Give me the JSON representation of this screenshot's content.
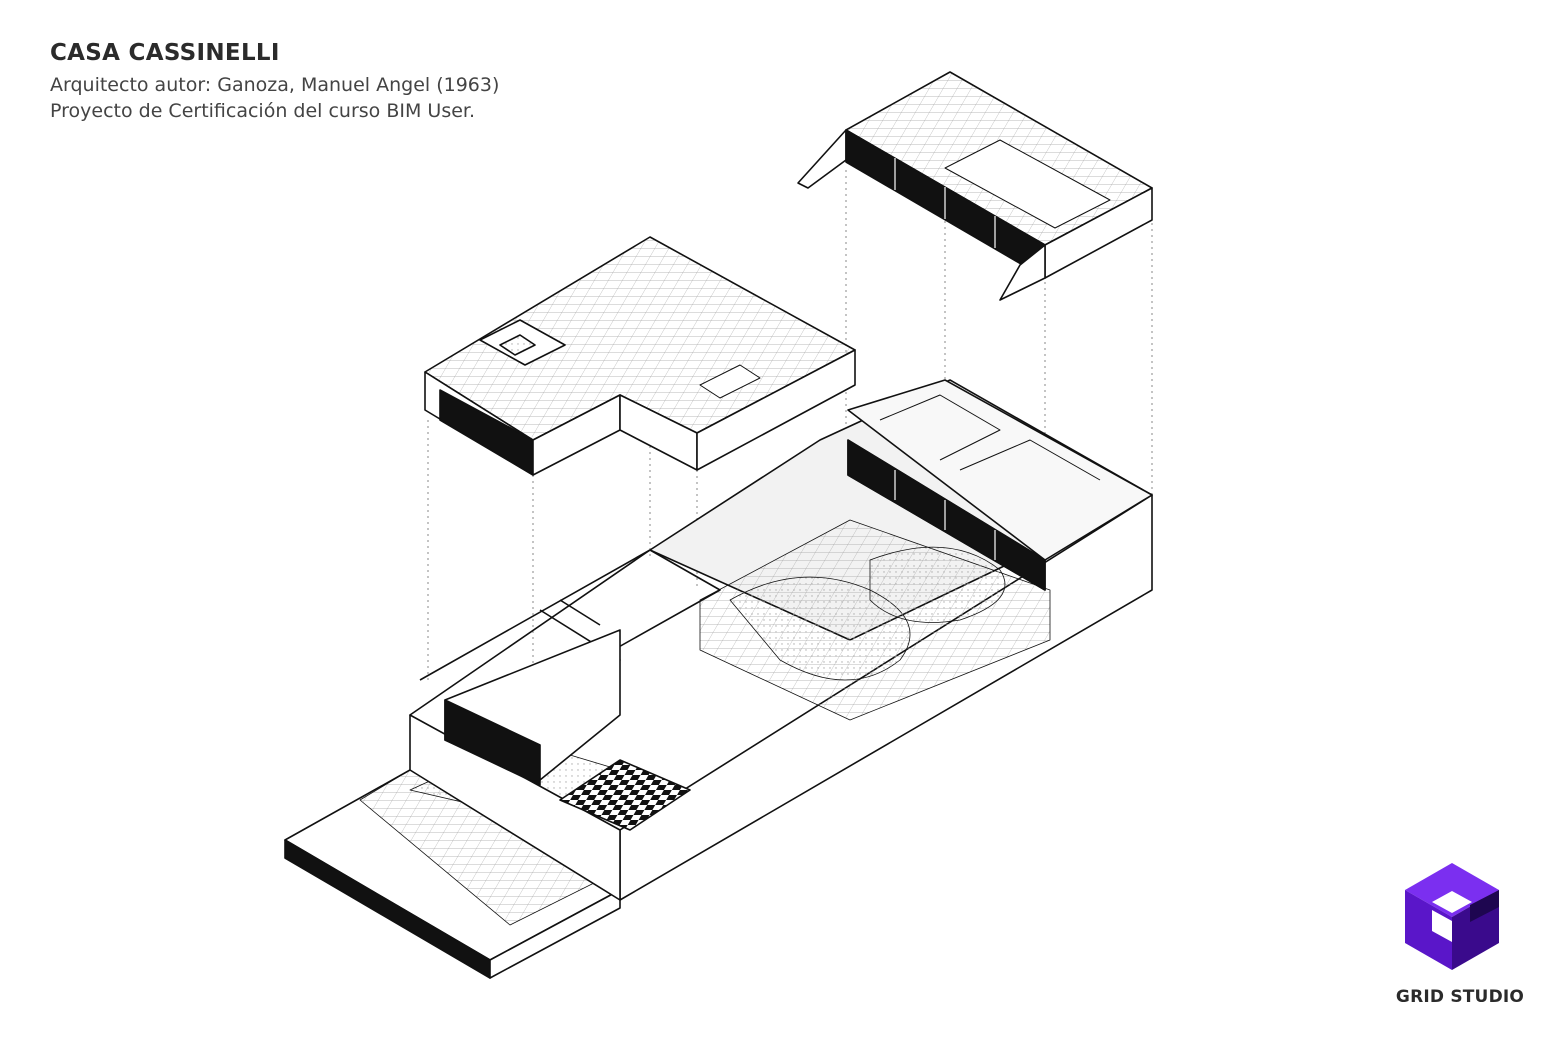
{
  "header": {
    "title": "CASA CASSINELLI",
    "line1": "Arquitecto autor: Ganoza, Manuel Angel (1963)",
    "line2": "Proyecto de Certificación del curso BIM User."
  },
  "brand": {
    "name": "GRID STUDIO",
    "logo_icon": "cube-logo-icon",
    "colors": {
      "light": "#7b2ff0",
      "mid": "#5a16c9",
      "dark": "#3a0a8c"
    }
  },
  "drawing": {
    "subject": "exploded-axonometric-house-icon",
    "line_color": "#111111",
    "fill_color": "#ffffff",
    "solid_color": "#0a0a0a"
  }
}
